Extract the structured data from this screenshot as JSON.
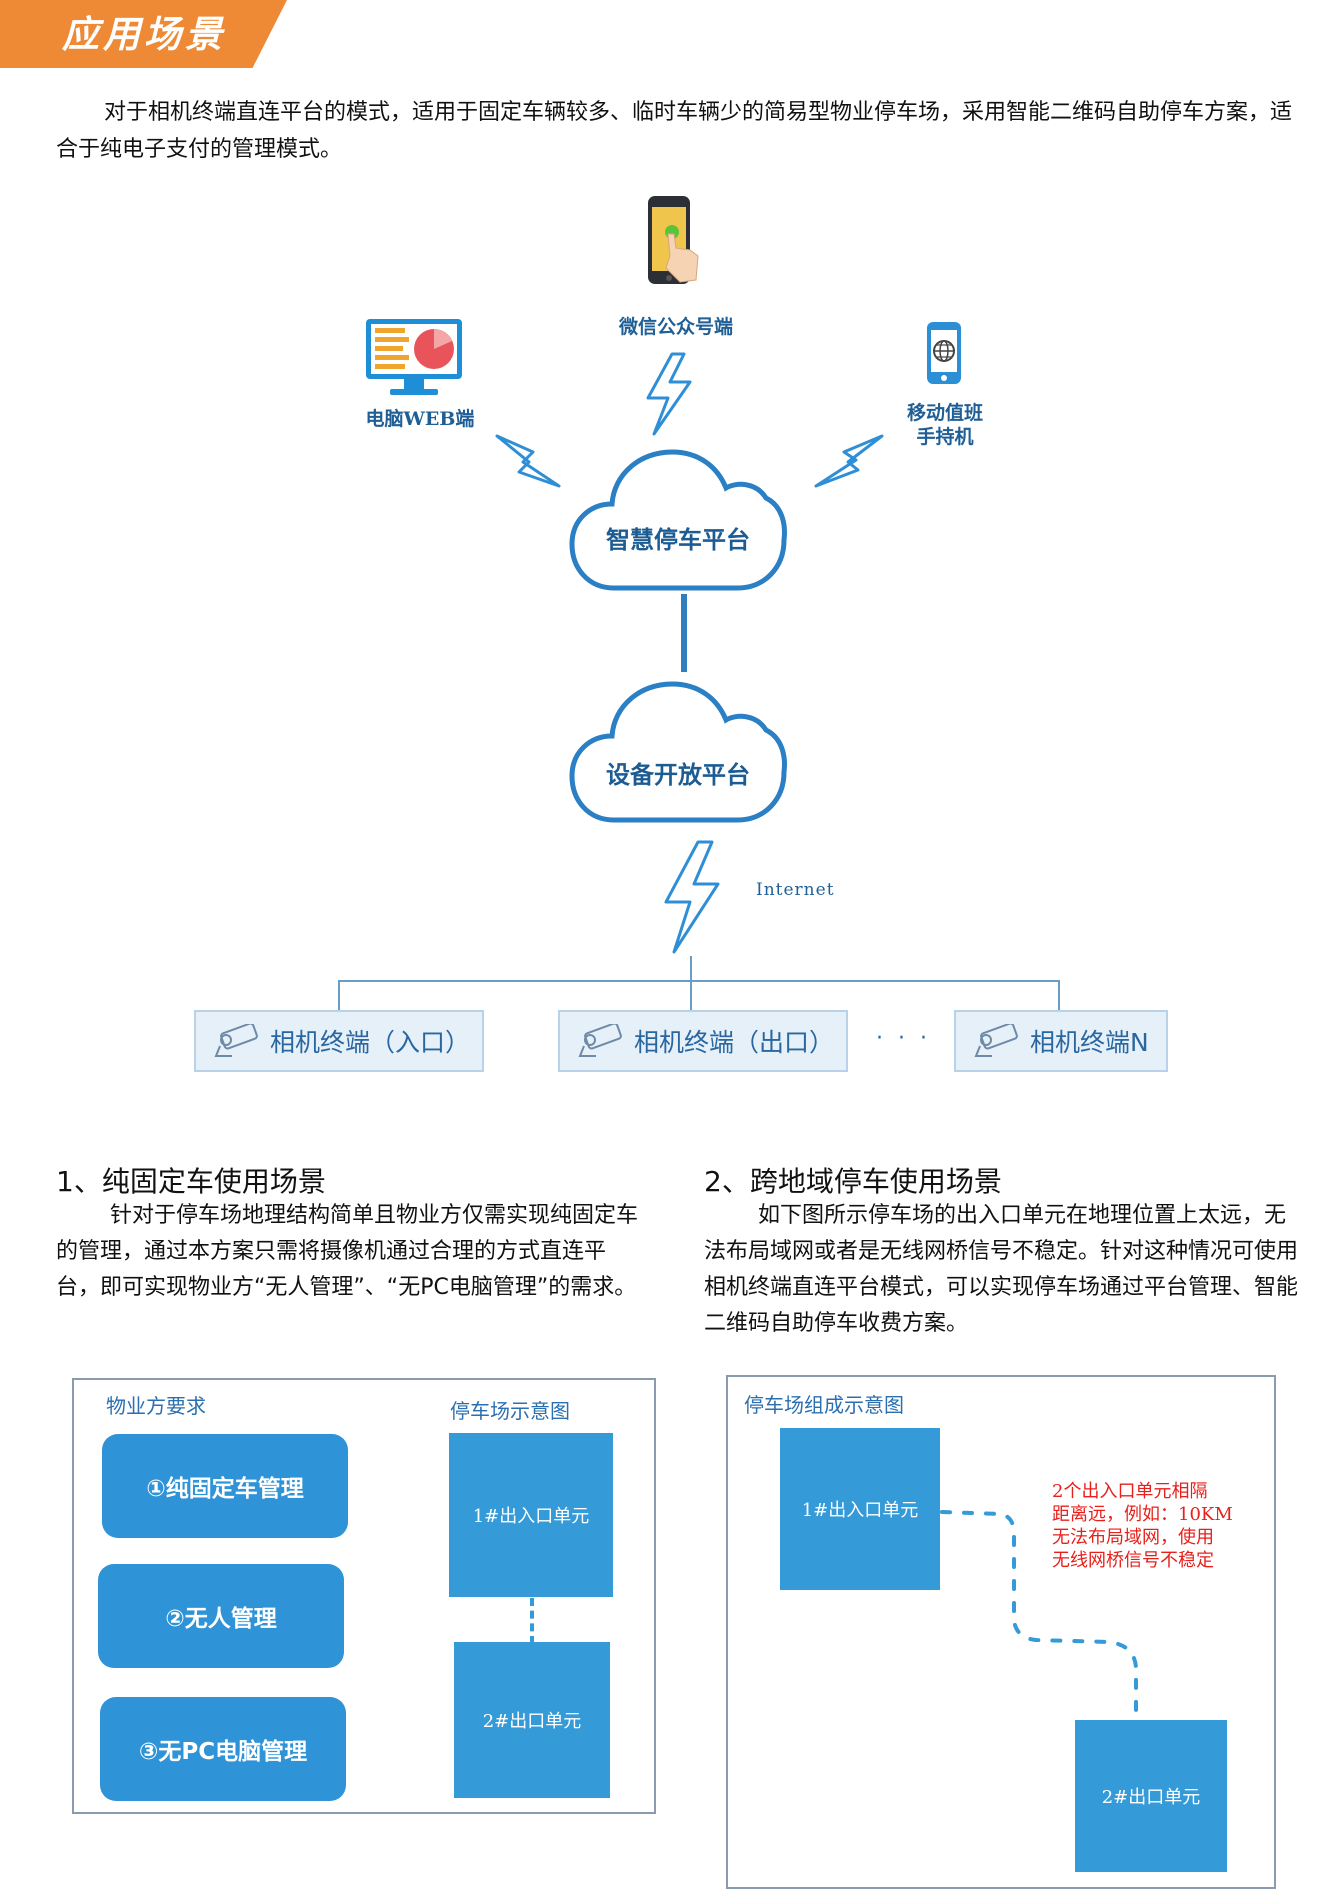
{
  "header": {
    "title": "应用场景"
  },
  "intro": "对于相机终端直连平台的模式，适用于固定车辆较多、临时车辆少的简易型物业停车场，采用智能二维码自助停车方案，适合于纯电子支付的管理模式。",
  "diagram": {
    "wechat_label": "微信公众号端",
    "web_label": "电脑WEB端",
    "mobile_label_1": "移动值班",
    "mobile_label_2": "手持机",
    "cloud_top": "智慧停车平台",
    "cloud_bottom": "设备开放平台",
    "internet": "Internet",
    "cameras": [
      "相机终端（入口）",
      "相机终端（出口）",
      "相机终端N"
    ],
    "ellipsis": "· · ·",
    "colors": {
      "accent_blue": "#2f93d8",
      "cloud_stroke": "#2b7fc4",
      "banner": "#ee8a35"
    }
  },
  "section1": {
    "title": "1、纯固定车使用场景",
    "body": "针对于停车场地理结构简单且物业方仅需实现纯固定车的管理，通过本方案只需将摄像机通过合理的方式直连平台，即可实现物业方“无人管理”、“无PC电脑管理”的需求。",
    "panel": {
      "left_title": "物业方要求",
      "right_title": "停车场示意图",
      "requirements": [
        "①纯固定车管理",
        "②无人管理",
        "③无PC电脑管理"
      ],
      "unit_1": "1#出入口单元",
      "unit_2": "2#出口单元"
    }
  },
  "section2": {
    "title": "2、跨地域停车使用场景",
    "body": "如下图所示停车场的出入口单元在地理位置上太远，无法布局域网或者是无线网桥信号不稳定。针对这种情况可使用相机终端直连平台模式，可以实现停车场通过平台管理、智能二维码自助停车收费方案。",
    "panel": {
      "title": "停车场组成示意图",
      "unit_1": "1#出入口单元",
      "unit_2": "2#出口单元",
      "note": [
        "2个出入口单元相隔",
        "距离远，例如：10KM",
        "无法布局域网，使用",
        "无线网桥信号不稳定"
      ]
    }
  }
}
